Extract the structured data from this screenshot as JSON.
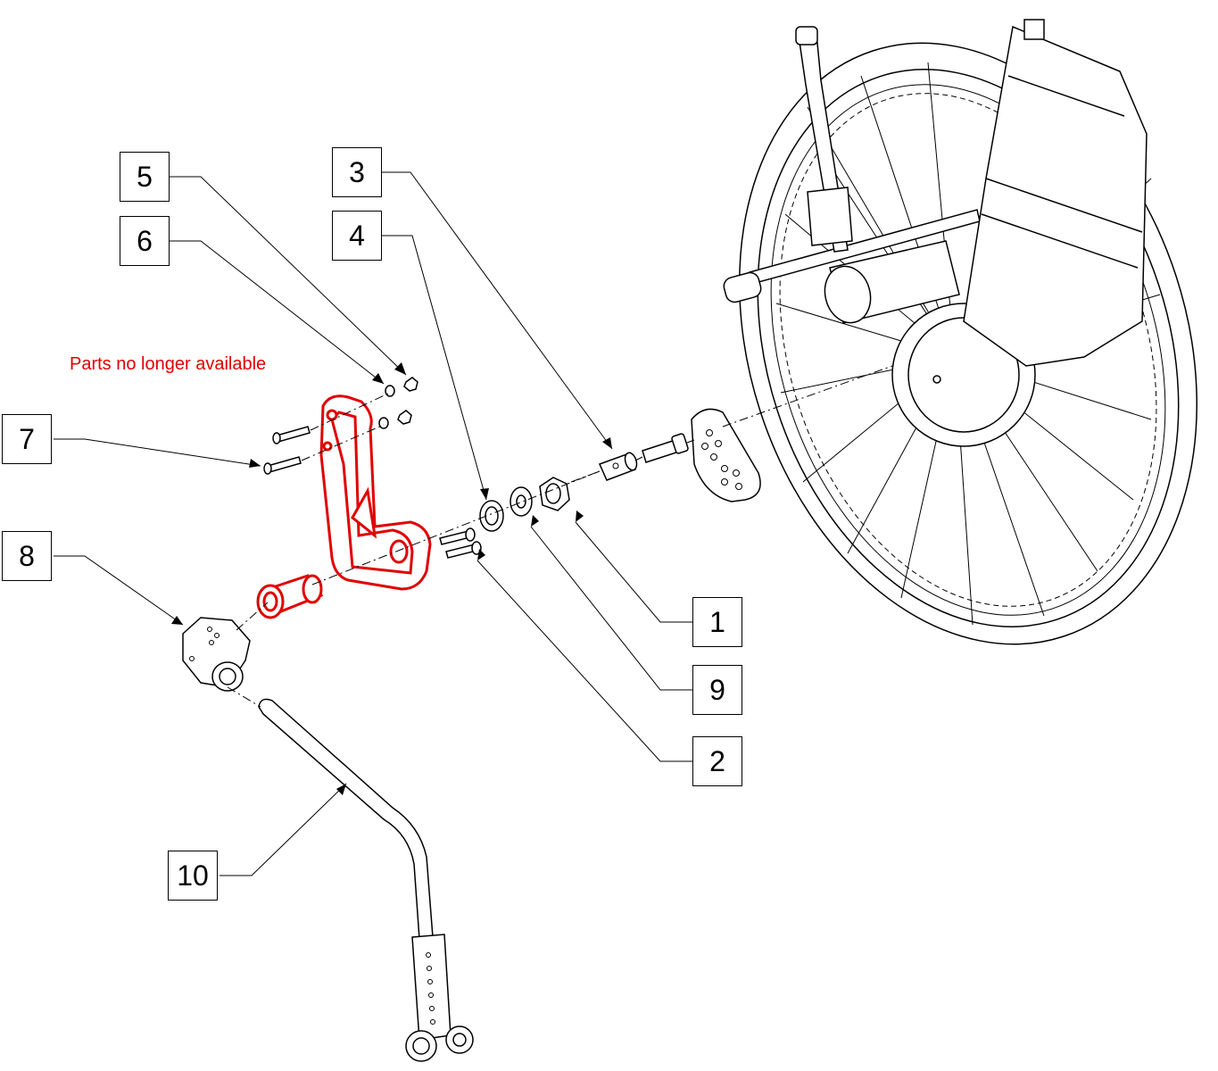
{
  "notice": {
    "text": "Parts no longer available",
    "color": "#e00000"
  },
  "callouts": [
    {
      "id": "1",
      "label": "1"
    },
    {
      "id": "2",
      "label": "2"
    },
    {
      "id": "3",
      "label": "3"
    },
    {
      "id": "4",
      "label": "4"
    },
    {
      "id": "5",
      "label": "5"
    },
    {
      "id": "6",
      "label": "6"
    },
    {
      "id": "7",
      "label": "7"
    },
    {
      "id": "8",
      "label": "8"
    },
    {
      "id": "9",
      "label": "9"
    },
    {
      "id": "10",
      "label": "10"
    }
  ],
  "colors": {
    "line": "#000000",
    "highlight": "#e00000",
    "background": "#ffffff"
  }
}
